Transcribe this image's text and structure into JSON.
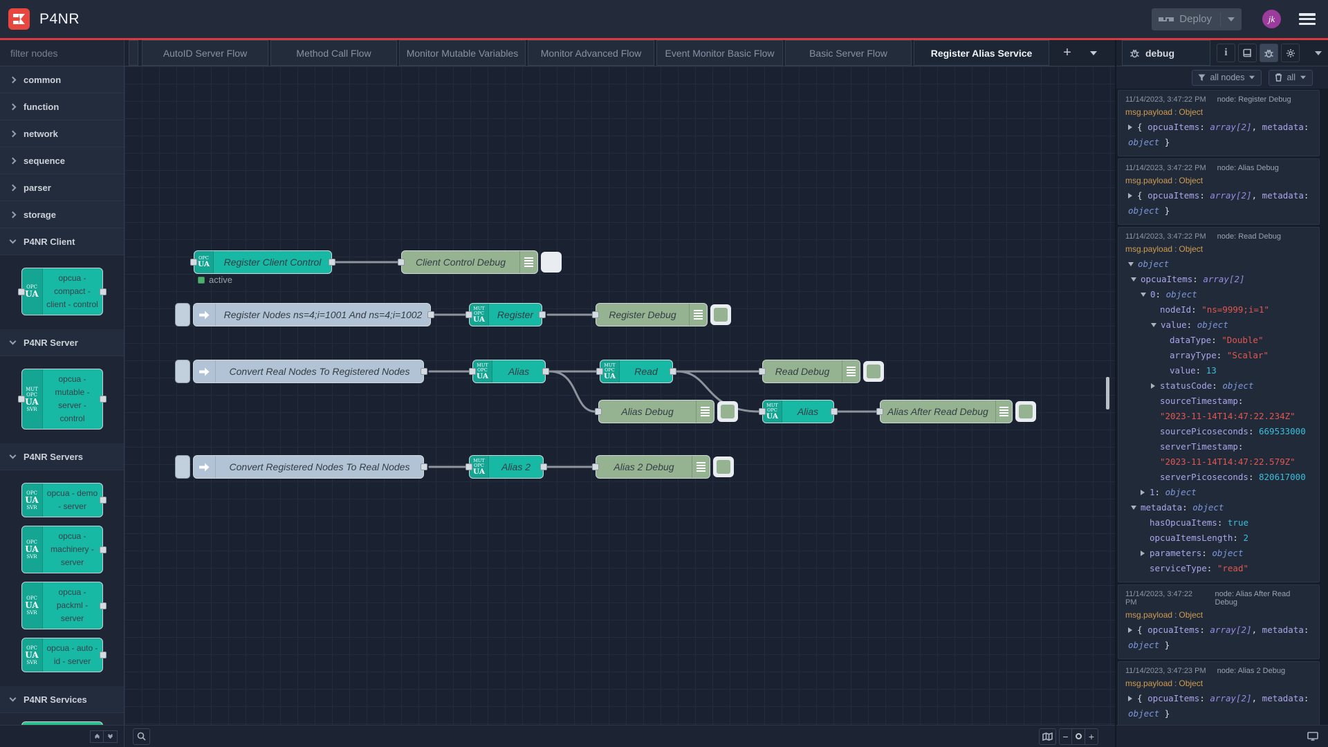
{
  "header": {
    "app_title": "P4NR",
    "deploy_label": "Deploy",
    "user_initials": "jk"
  },
  "palette": {
    "filter_placeholder": "filter nodes",
    "categories": [
      {
        "label": "common"
      },
      {
        "label": "function"
      },
      {
        "label": "network"
      },
      {
        "label": "sequence"
      },
      {
        "label": "parser"
      },
      {
        "label": "storage"
      },
      {
        "label": "P4NR Client"
      },
      {
        "label": "P4NR Server"
      },
      {
        "label": "P4NR Servers"
      },
      {
        "label": "P4NR Services"
      }
    ],
    "nodes": {
      "client_control": "opcua - compact - client - control",
      "server_control": "opcua - mutable - server - control",
      "demo_server": "opcua - demo - server",
      "machinery_server": "opcua - machinery - server",
      "packml_server": "opcua - packml - server",
      "autoid_server": "opcua - auto - id - server"
    },
    "badges": {
      "opcua": [
        "OPC",
        "UA"
      ],
      "mut_opcua_svr": [
        "MUT",
        "OPC",
        "UA",
        "SVR"
      ],
      "opcua_svr": [
        "OPC",
        "UA",
        "SVR"
      ],
      "mut_opcua": [
        "MUT",
        "OPC",
        "UA"
      ]
    }
  },
  "tabs": {
    "items": [
      "AutoID Server Flow",
      "Method Call Flow",
      "Monitor Mutable Variables",
      "Monitor Advanced Flow",
      "Event Monitor Basic Flow",
      "Basic Server Flow",
      "Register Alias Service"
    ],
    "add_glyph": "+"
  },
  "flow": {
    "register_client_control": "Register Client Control",
    "client_control_debug": "Client Control Debug",
    "status_active": "active",
    "inject_register": "Register Nodes ns=4;i=1001 And ns=4;i=1002",
    "register": "Register",
    "register_debug": "Register Debug",
    "inject_convert_real": "Convert Real Nodes To Registered Nodes",
    "alias": "Alias",
    "read": "Read",
    "read_debug": "Read Debug",
    "alias_debug": "Alias Debug",
    "alias_b": "Alias",
    "alias_after_read_debug": "Alias After Read Debug",
    "inject_convert_registered": "Convert Registered Nodes To Real Nodes",
    "alias2": "Alias 2",
    "alias2_debug": "Alias 2 Debug"
  },
  "footer": {
    "zoom_out": "−",
    "zoom_in": "+"
  },
  "debug": {
    "title": "debug",
    "filter_label": "all nodes",
    "clear_label": "all",
    "payload_label": "msg.payload",
    "payload_sep": ":",
    "payload_type": "Object",
    "colon": ":",
    "comma": ",",
    "brace_open": "{",
    "brace_close": "}",
    "collapsed": {
      "key1": "opcuaItems",
      "val1": "array[2]",
      "key2": "metadata",
      "val2": "object"
    },
    "messages": [
      {
        "ts": "11/14/2023, 3:47:22 PM",
        "node": "node: Register Debug"
      },
      {
        "ts": "11/14/2023, 3:47:22 PM",
        "node": "node: Alias Debug"
      },
      {
        "ts": "11/14/2023, 3:47:22 PM",
        "node": "node: Read Debug"
      },
      {
        "ts": "11/14/2023, 3:47:22 PM",
        "node": "node: Alias After Read Debug"
      },
      {
        "ts": "11/14/2023, 3:47:23 PM",
        "node": "node: Alias 2 Debug"
      }
    ],
    "tree": [
      {
        "k": "object"
      },
      {
        "k": "opcuaItems",
        "v": "array[2]"
      },
      {
        "k": "0",
        "v": "object"
      },
      {
        "k": "nodeId",
        "v": "\"ns=9999;i=1\""
      },
      {
        "k": "value",
        "v": "object"
      },
      {
        "k": "dataType",
        "v": "\"Double\""
      },
      {
        "k": "arrayType",
        "v": "\"Scalar\""
      },
      {
        "k": "value",
        "v": "13"
      },
      {
        "k": "statusCode",
        "v": "object"
      },
      {
        "k": "sourceTimestamp",
        "v": "\"2023-11-14T14:47:22.234Z\""
      },
      {
        "k": "sourcePicoseconds",
        "v": "669533000"
      },
      {
        "k": "serverTimestamp",
        "v": "\"2023-11-14T14:47:22.579Z\""
      },
      {
        "k": "serverPicoseconds",
        "v": "820617000"
      },
      {
        "k": "1",
        "v": "object"
      },
      {
        "k": "metadata",
        "v": "object"
      },
      {
        "k": "hasOpcuaItems",
        "v": "true"
      },
      {
        "k": "opcuaItemsLength",
        "v": "2"
      },
      {
        "k": "parameters",
        "v": "object"
      },
      {
        "k": "serviceType",
        "v": "\"read\""
      }
    ]
  }
}
